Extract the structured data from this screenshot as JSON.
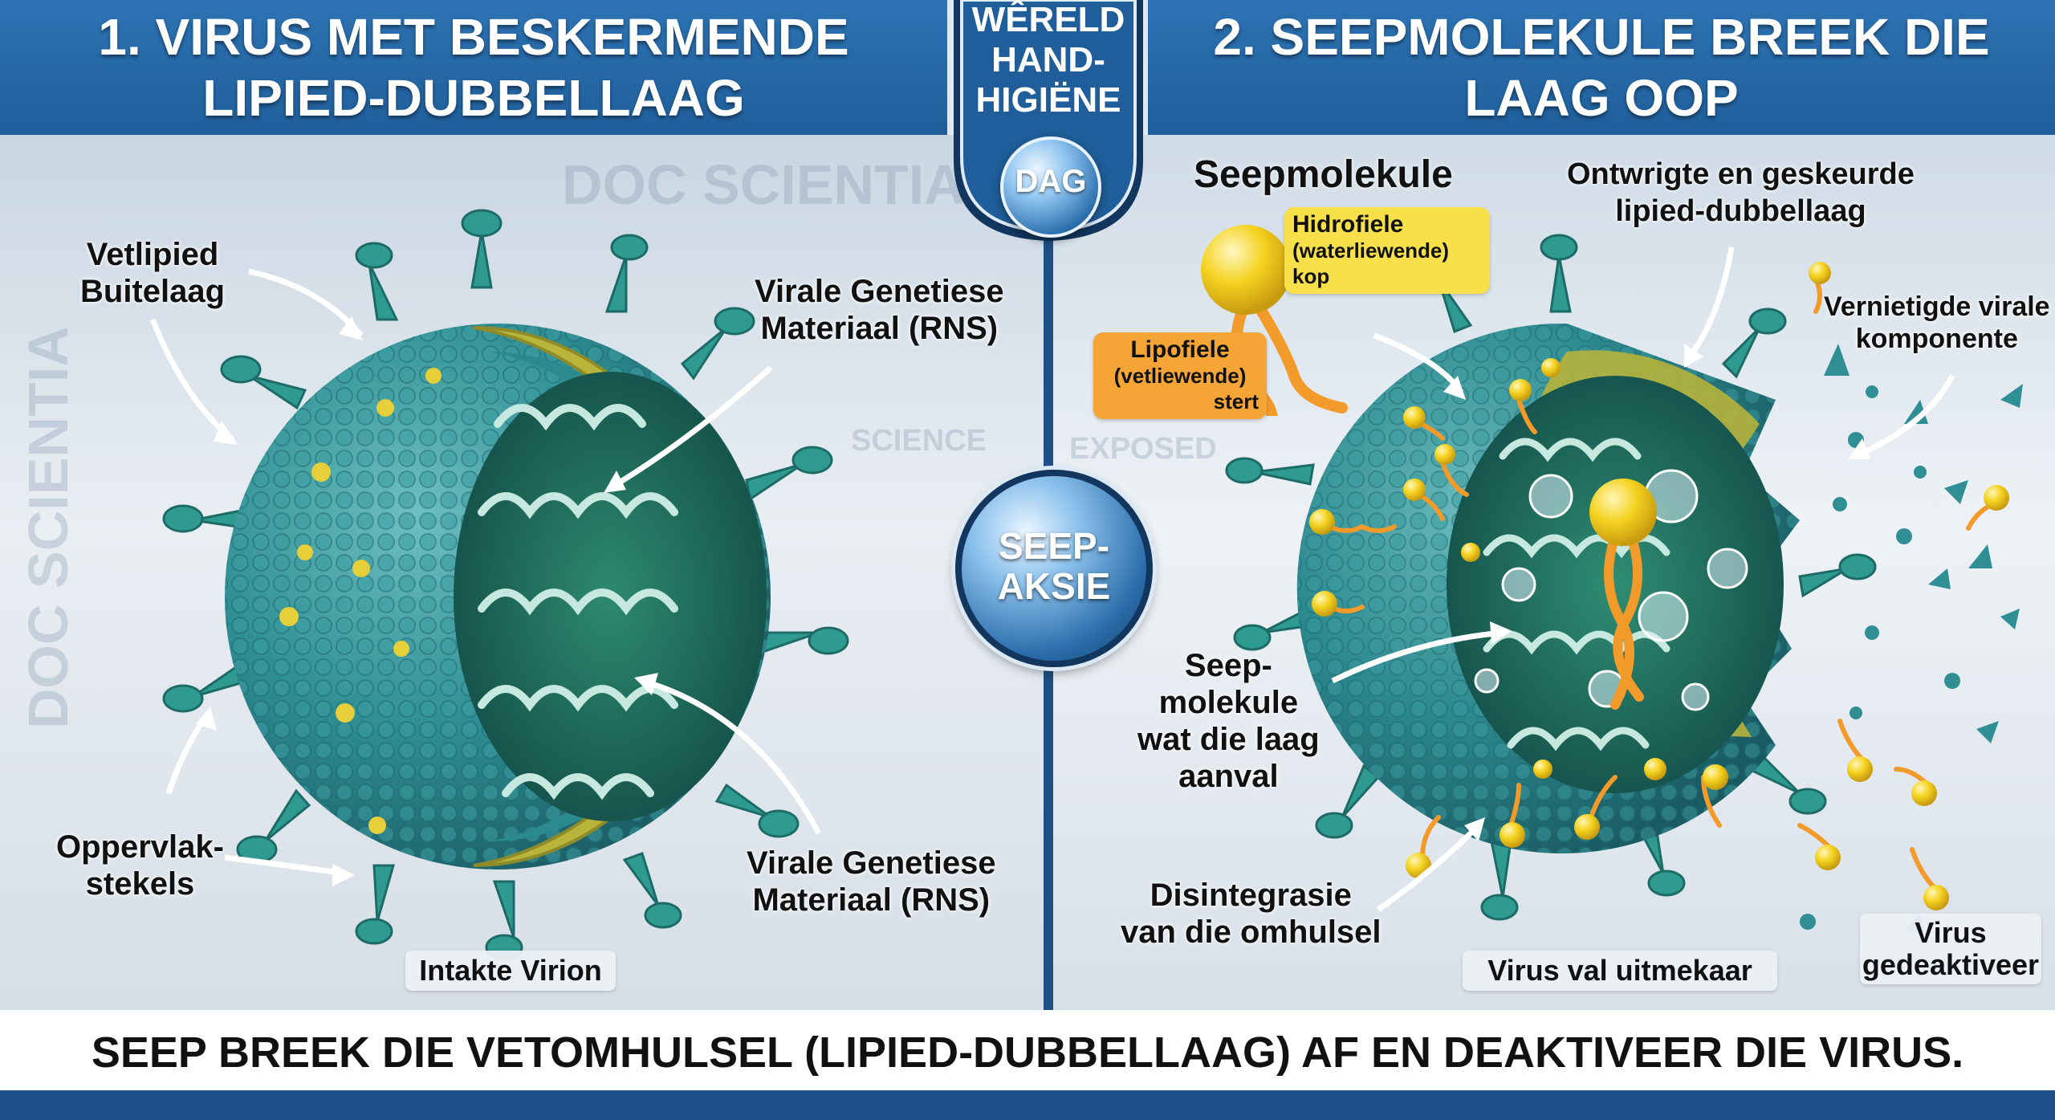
{
  "badge": {
    "line1": "WÊRELD",
    "line2": "HAND-",
    "line3": "HIGIËNE",
    "dag": "DAG"
  },
  "left_panel": {
    "title_line1": "1. VIRUS MET BESKERMENDE",
    "title_line2": "LIPIED-DUBBELLAAG",
    "labels": {
      "vetlipied_line1": "Vetlipied",
      "vetlipied_line2": "Buitelaag",
      "rns_top_line1": "Virale Genetiese",
      "rns_top_line2": "Materiaal (RNS)",
      "spikes_line1": "Oppervlak-",
      "spikes_line2": "stekels",
      "rns_bottom_line1": "Virale Genetiese",
      "rns_bottom_line2": "Materiaal (RNS)"
    },
    "tag": "Intakte Virion"
  },
  "center": {
    "seep_line1": "SEEP-",
    "seep_line2": "AKSIE"
  },
  "right_panel": {
    "title_line1": "2. SEEPMOLEKULE BREEK DIE",
    "title_line2": "LAAG OOP",
    "soap_heading": "Seepmolekule",
    "hydrophilic_line1": "Hidrofiele",
    "hydrophilic_line2": "(waterliewende)",
    "hydrophilic_line3": "kop",
    "lipophilic_line1": "Lipofiele",
    "lipophilic_line2": "(vetliewende)",
    "lipophilic_line3": "stert",
    "labels": {
      "disrupted_line1": "Ontwrigte en geskeurde",
      "disrupted_line2": "lipied-dubbellaag",
      "destroyed_line1": "Vernietigde virale",
      "destroyed_line2": "komponente",
      "attacking_line1": "Seep-",
      "attacking_line2": "molekule",
      "attacking_line3": "wat die laag",
      "attacking_line4": "aanval",
      "disintegration_line1": "Disintegrasie",
      "disintegration_line2": "van die omhulsel"
    },
    "tag_falls_apart": "Virus val uitmekaar",
    "tag_deactivated_line1": "Virus",
    "tag_deactivated_line2": "gedeaktiveer"
  },
  "watermarks": {
    "main": "DOC SCIENTIA",
    "sub1": "SCIENCE",
    "sub2": "EXPOSED"
  },
  "footer": {
    "caption": "SEEP BREEK DIE VETOMHULSEL (LIPIED-DUBBELLAAG) AF EN DEAKTIVEER DIE VIRUS."
  },
  "colors": {
    "header_blue": "#2d73b3",
    "navy": "#1e4f86",
    "virus_teal": "#2f8f95",
    "lipid_yellow": "#c9c23a",
    "soap_yellow": "#f4d21f",
    "tail_orange": "#f29a2a"
  }
}
